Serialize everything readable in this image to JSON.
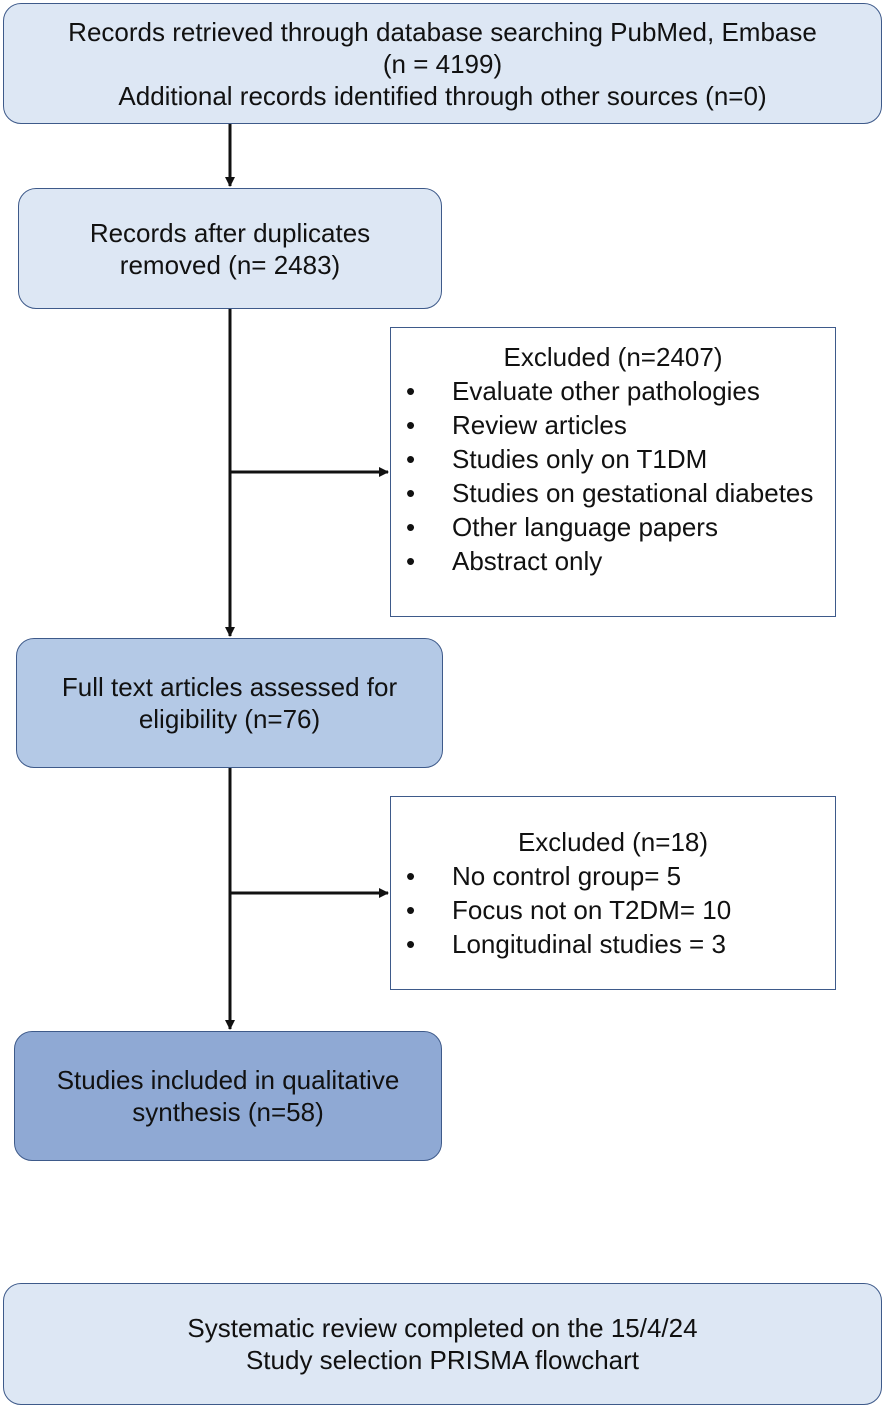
{
  "flowchart": {
    "identification": {
      "line1": "Records retrieved through database searching  PubMed, Embase",
      "line2": "(n = 4199)",
      "line3": "Additional records identified through other sources (n=0)"
    },
    "duplicates_removed": {
      "line1": "Records after duplicates",
      "line2": "removed (n= 2483)"
    },
    "screening_excluded": {
      "title": "Excluded (n=2407)",
      "items": [
        "Evaluate other pathologies",
        "Review articles",
        "Studies only on T1DM",
        "Studies on gestational diabetes",
        "Other language papers",
        "Abstract only"
      ]
    },
    "eligibility": {
      "line1": "Full text articles assessed for",
      "line2": "eligibility (n=76)"
    },
    "eligibility_excluded": {
      "title": "Excluded (n=18)",
      "items": [
        "No control group= 5",
        "Focus not on T2DM= 10",
        "Longitudinal studies = 3"
      ]
    },
    "included": {
      "line1": "Studies included in qualitative",
      "line2": "synthesis  (n=58)"
    },
    "footer": {
      "line1": "Systematic review completed on the 15/4/24",
      "line2": "Study selection PRISMA flowchart"
    },
    "bullet_glyph": "•"
  }
}
